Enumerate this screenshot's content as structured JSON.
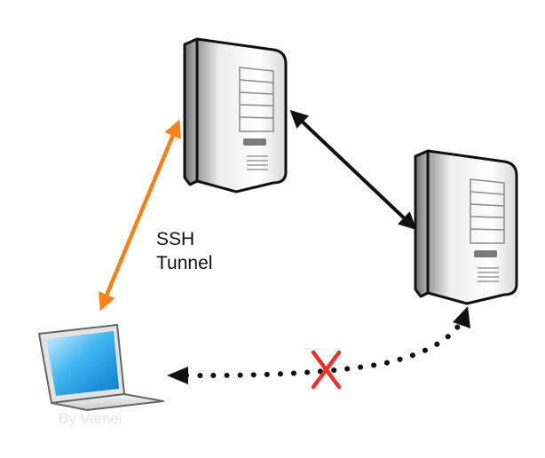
{
  "labels": {
    "ssh_line1": "SSH",
    "ssh_line2": "Tunnel",
    "watermark": "By Vamei"
  },
  "icons": {
    "server_a": "server-tower-icon",
    "server_b": "server-tower-icon",
    "laptop": "laptop-icon",
    "blocked": "red-x-icon"
  },
  "colors": {
    "tunnel_arrow": "#f5821f",
    "link_arrow": "#111111",
    "blocked_path": "#111111",
    "blocked_mark": "#e8332f",
    "laptop_screen": "#1aa3e8"
  }
}
